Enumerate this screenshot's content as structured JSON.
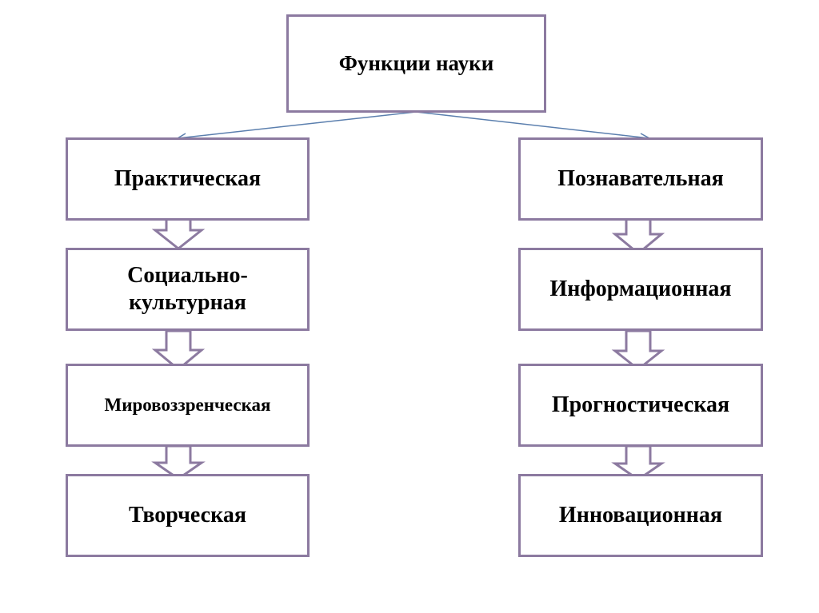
{
  "colors": {
    "box_border": "#8c7aa0",
    "connector_line": "#5b7fae",
    "down_arrow_stroke": "#8c7aa0",
    "background": "#ffffff",
    "text": "#000000"
  },
  "root": {
    "label": "Функции науки"
  },
  "left_branch": {
    "items": [
      {
        "label": "Практическая"
      },
      {
        "label": "Социально-\nкультурная"
      },
      {
        "label": "Мировоззренческая"
      },
      {
        "label": "Творческая"
      }
    ]
  },
  "right_branch": {
    "items": [
      {
        "label": "Познавательная"
      },
      {
        "label": "Информационная"
      },
      {
        "label": "Прогностическая"
      },
      {
        "label": "Инновационная"
      }
    ]
  }
}
